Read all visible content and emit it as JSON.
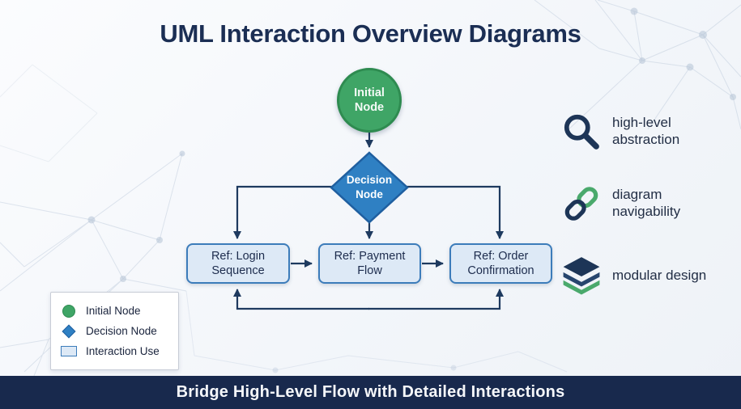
{
  "title": "UML Interaction Overview Diagrams",
  "flowchart": {
    "initial_node": {
      "label": "Initial Node",
      "shape": "circle",
      "color": "#3fa566"
    },
    "decision_node": {
      "label": "Decision Node",
      "shape": "diamond",
      "color": "#2f80c3"
    },
    "ref_boxes": [
      {
        "label": "Ref: Login Sequence"
      },
      {
        "label": "Ref: Payment Flow"
      },
      {
        "label": "Ref: Order Confirmation"
      }
    ],
    "flow": [
      "Initial Node -> Decision Node",
      "Decision Node -> Ref: Login Sequence",
      "Decision Node -> Ref: Payment Flow",
      "Decision Node -> Ref: Order Confirmation",
      "Ref: Login Sequence -> Ref: Payment Flow",
      "Ref: Payment Flow -> Ref: Order Confirmation",
      "bottom loop arrows into Ref: Login Sequence and Ref: Order Confirmation"
    ]
  },
  "features": [
    {
      "icon": "magnifier-icon",
      "label": "high-level abstraction"
    },
    {
      "icon": "chain-link-icon",
      "label": "diagram navigability"
    },
    {
      "icon": "layers-icon",
      "label": "modular design"
    }
  ],
  "legend": {
    "items": [
      {
        "symbol": "circle",
        "label": "Initial Node"
      },
      {
        "symbol": "diamond",
        "label": "Decision Node"
      },
      {
        "symbol": "rectangle",
        "label": "Interaction Use"
      }
    ]
  },
  "footer": {
    "text": "Bridge High-Level Flow with Detailed Interactions"
  },
  "colors": {
    "accent_green": "#3fa566",
    "accent_blue": "#2f80c3",
    "navy": "#1d3557",
    "box_fill": "#dde9f6",
    "box_border": "#3c7cba",
    "footer_bg": "#18294d",
    "mesh": "#b4c3d6"
  }
}
